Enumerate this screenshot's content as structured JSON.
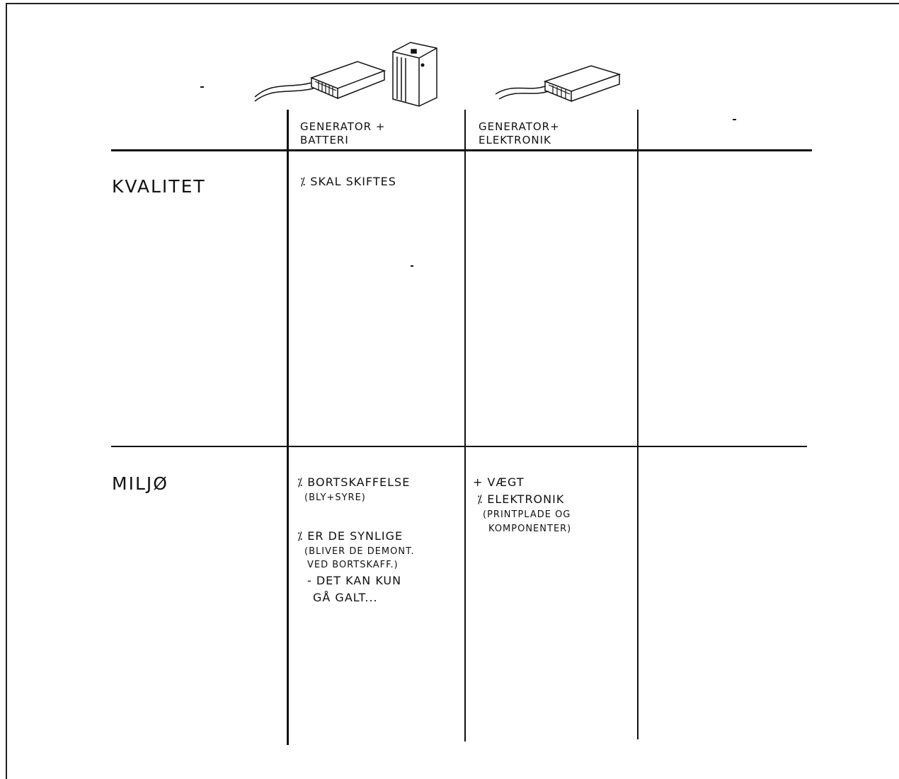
{
  "columns": [
    {
      "line1": "Generator +",
      "line2": "Batteri"
    },
    {
      "line1": "Generator+",
      "line2": "Elektronik"
    }
  ],
  "rows": {
    "kvalitet": {
      "label": "Kvalitet",
      "col1": [
        "⁒ Skal skiftes"
      ]
    },
    "miljo": {
      "label": "Miljø",
      "col1": {
        "a": "⁒ Bortskaffelse",
        "a_sub": "(Bly+syre)",
        "b": "⁒ Er de synlige",
        "b_sub1": "(Bliver de demont.",
        "b_sub2": "ved bortskaff.)",
        "c1": "- Det kan kun",
        "c2": "gå galt..."
      },
      "col2": {
        "a": "+ Vægt",
        "b": "⁒ Elektronik",
        "b_sub1": "(Printplade og",
        "b_sub2": "komponenter)"
      }
    }
  },
  "icons": [
    "generator-icon",
    "battery-icon",
    "generator-icon"
  ]
}
